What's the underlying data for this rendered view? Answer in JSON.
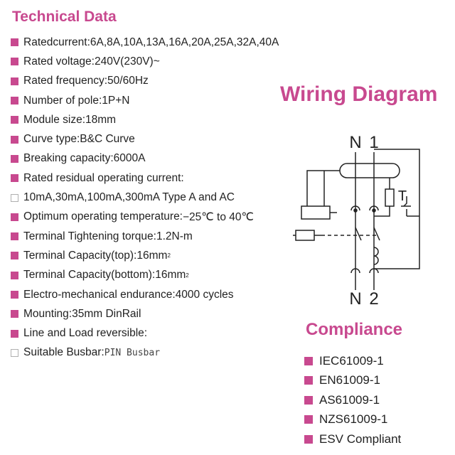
{
  "technical_data": {
    "title": "Technical Data",
    "items": [
      {
        "bullet": "filled",
        "label": "Ratedcurrent:",
        "value": "6A,8A,10A,13A,16A,20A,25A,32A,40A"
      },
      {
        "bullet": "filled",
        "label": "Rated voltage:",
        "value": "240V(230V)~"
      },
      {
        "bullet": "filled",
        "label": "Rated frequency:",
        "value": "50/60Hz"
      },
      {
        "bullet": "filled",
        "label": "Number of pole:",
        "value": "1P+N"
      },
      {
        "bullet": "filled",
        "label": "Module size:",
        "value": "18mm"
      },
      {
        "bullet": "filled",
        "label": "Curve type:",
        "value": "B&C Curve"
      },
      {
        "bullet": "filled",
        "label": "Breaking capacity:",
        "value": "6000A"
      },
      {
        "bullet": "filled",
        "label": "Rated residual operating current:",
        "value": ""
      },
      {
        "bullet": "hollow",
        "label": "10mA,30mA,100mA,300mA Type A and AC",
        "value": ""
      },
      {
        "bullet": "filled",
        "label": "Optimum operating temperature:",
        "value": "−25℃ to 40℃"
      },
      {
        "bullet": "filled",
        "label": "Terminal Tightening torque:",
        "value": "1.2N-m"
      },
      {
        "bullet": "filled",
        "label": "Terminal Capacity(top):",
        "value": "16mm",
        "sup": "2"
      },
      {
        "bullet": "filled",
        "label": "Terminal Capacity(bottom):",
        "value": "16mm",
        "sup": "2"
      },
      {
        "bullet": "filled",
        "label": "Electro-mechanical endurance:",
        "value": "4000 cycles"
      },
      {
        "bullet": "filled",
        "label": "Mounting:",
        "value": "35mm DinRail"
      },
      {
        "bullet": "filled",
        "label": "Line and Load reversible:",
        "value": ""
      },
      {
        "bullet": "hollow",
        "label": "Suitable Busbar:",
        "value": "PIN Busbar",
        "value_style": "mono"
      }
    ]
  },
  "wiring_diagram": {
    "title": "Wiring Diagram",
    "top_labels": [
      "N",
      "1"
    ],
    "bottom_labels": [
      "N",
      "2"
    ],
    "test_label": "T"
  },
  "compliance": {
    "title": "Compliance",
    "items": [
      "IEC61009-1",
      "EN61009-1",
      "AS61009-1",
      "NZS61009-1",
      "ESV Compliant"
    ]
  },
  "colors": {
    "accent": "#c8498f",
    "text": "#222222",
    "hollow_bullet_border": "#b0b0b0"
  }
}
